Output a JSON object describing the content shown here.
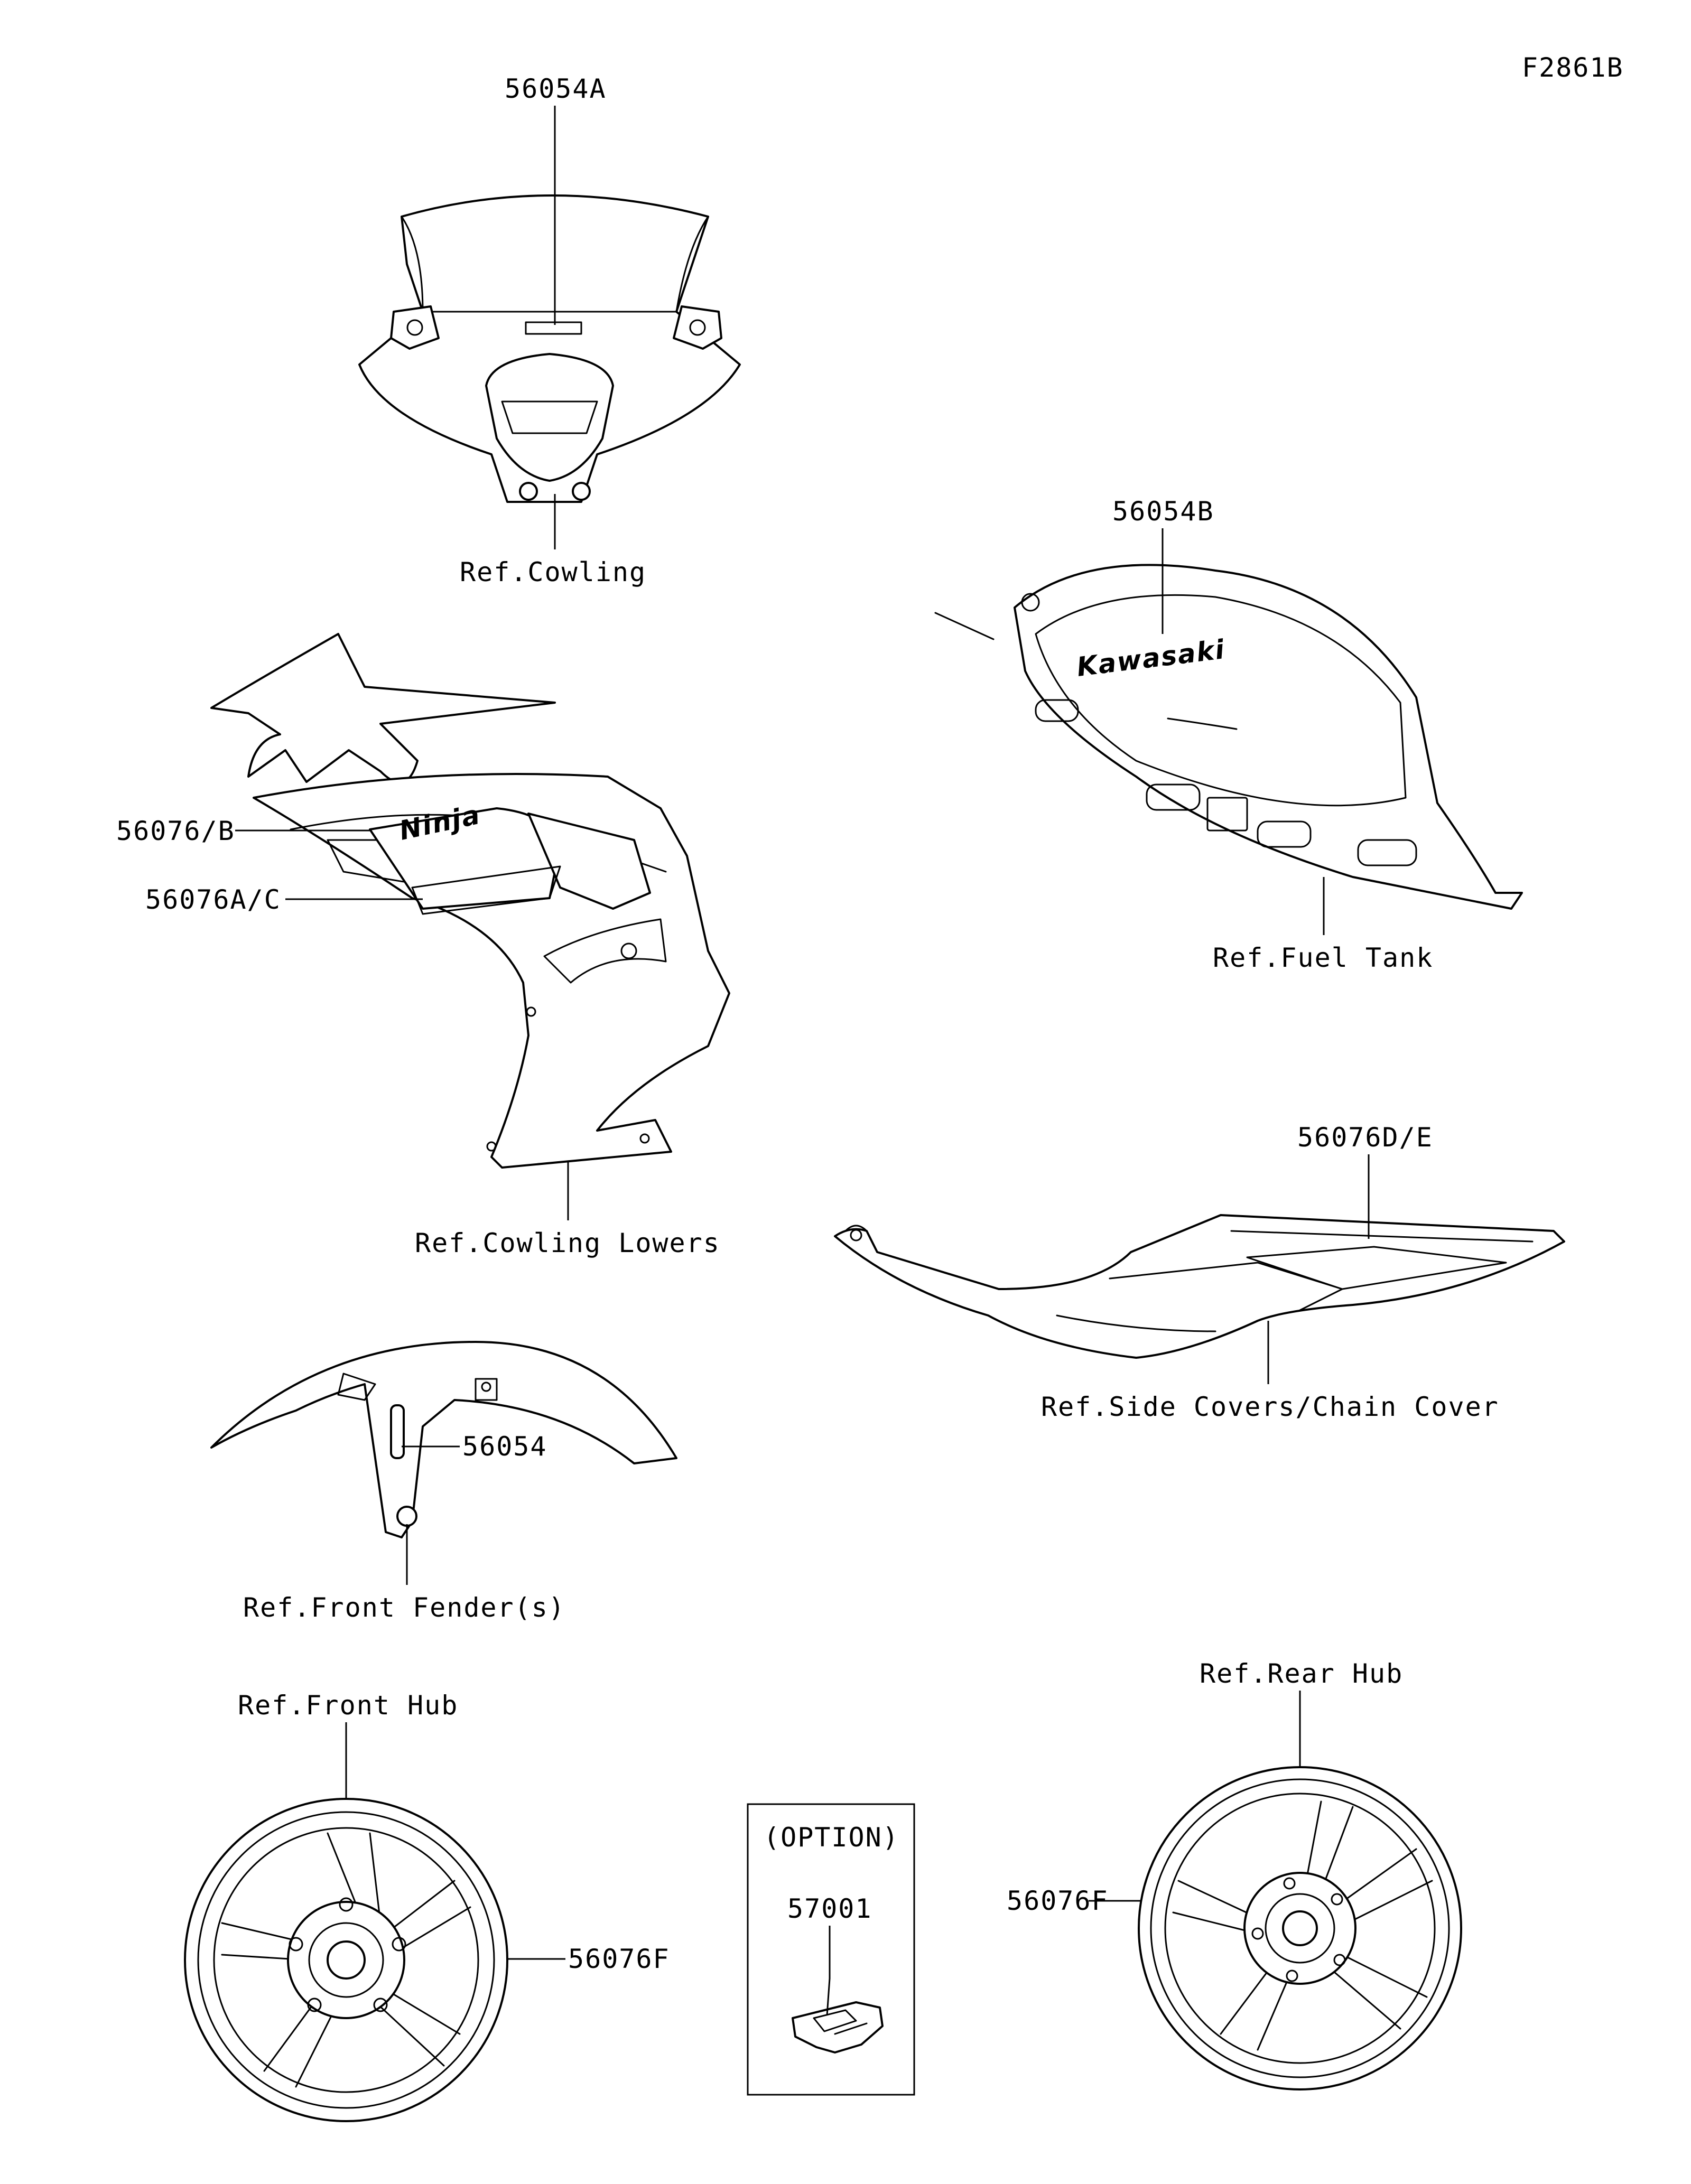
{
  "figure_id": "F2861B",
  "callouts": {
    "cowling_label_part": "56054A",
    "cowling_ref": "Ref.Cowling",
    "tank_label_part": "56054B",
    "tank_ref": "Ref.Fuel Tank",
    "lowers_stripe_part": "56076/B",
    "lowers_emblem_part": "56076A/C",
    "lowers_ref": "Ref.Cowling Lowers",
    "side_cover_part": "56076D/E",
    "side_cover_ref": "Ref.Side Covers/Chain Cover",
    "fender_part": "56054",
    "fender_ref": "Ref.Front Fender(s)",
    "front_hub_ref": "Ref.Front Hub",
    "front_wheel_part": "56076F",
    "rear_hub_ref": "Ref.Rear Hub",
    "rear_wheel_part": "56076F",
    "option_title": "(OPTION)",
    "option_part": "57001"
  },
  "logos": {
    "brand": "Kawasaki",
    "model": "Ninja"
  },
  "colors": {
    "line": "#000000",
    "background": "#ffffff"
  }
}
